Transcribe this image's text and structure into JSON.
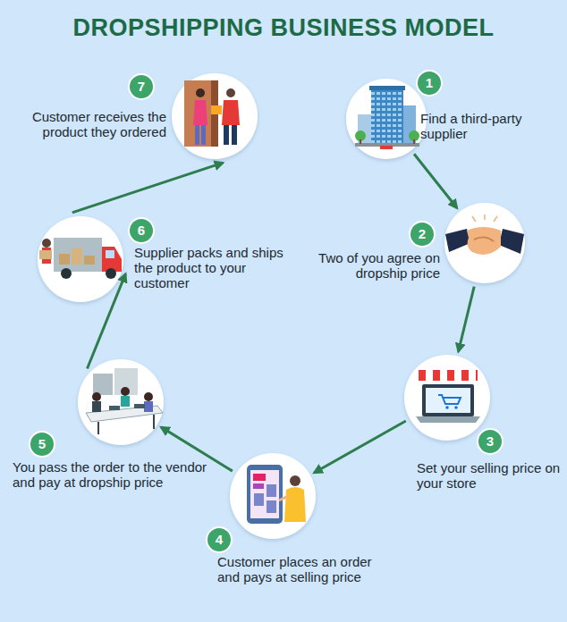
{
  "diagram": {
    "title": "DROPSHIPPING BUSINESS MODEL",
    "nodes": [
      {
        "text": [
          "1",
          "Find a third-party supplier"
        ]
      },
      {
        "text": [
          "2",
          "Two of you agree on dropship price"
        ]
      },
      {
        "text": [
          "3",
          "Set your selling price on your store"
        ]
      },
      {
        "text": [
          "4",
          "Customer places an order and pays at selling price"
        ]
      },
      {
        "text": [
          "5",
          "You pass the order to the vendor and pay at dropship price"
        ]
      },
      {
        "text": [
          "6",
          "Supplier packs and ships the product to your customer"
        ]
      },
      {
        "text": [
          "7",
          "Customer receives the product they ordered"
        ]
      }
    ],
    "edges": [
      {
        "from": 0,
        "to": 1,
        "arrow": "to"
      },
      {
        "from": 1,
        "to": 2,
        "arrow": "to"
      },
      {
        "from": 2,
        "to": 3,
        "arrow": "to"
      },
      {
        "from": 3,
        "to": 4,
        "arrow": "to"
      },
      {
        "from": 4,
        "to": 5,
        "arrow": "to"
      },
      {
        "from": 5,
        "to": 6,
        "arrow": "to"
      }
    ]
  }
}
